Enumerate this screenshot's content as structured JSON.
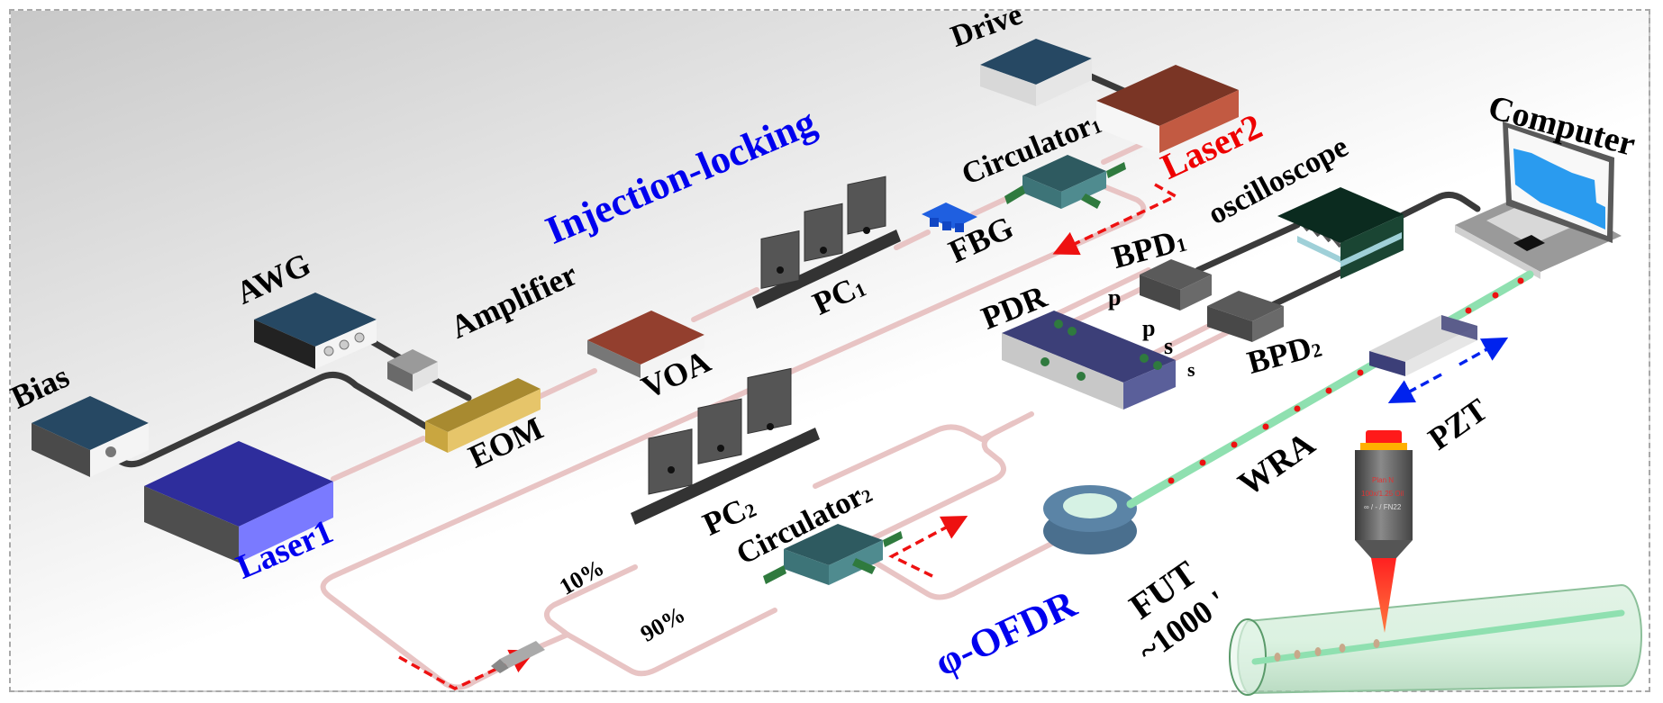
{
  "figure": {
    "title": "Injection-locking phi-OFDR experimental setup",
    "sections": {
      "injection_locking": "Injection-locking",
      "phi_ofdr": "φ-OFDR"
    },
    "components": {
      "bias": "Bias",
      "awg": "AWG",
      "amplifier": "Amplifier",
      "eom": "EOM",
      "laser1": "Laser1",
      "voa": "VOA",
      "pc1": {
        "base": "PC",
        "sub": "1"
      },
      "fbg": "FBG",
      "circulator1": {
        "base": "Circulator",
        "sub": "1"
      },
      "drive": "Drive",
      "laser2": "Laser2",
      "oscilloscope": "oscilloscope",
      "computer": "Computer",
      "bpd1": {
        "base": "BPD",
        "sub": "1"
      },
      "bpd2": {
        "base": "BPD",
        "sub": "2"
      },
      "pdr": "PDR",
      "pc2": {
        "base": "PC",
        "sub": "2"
      },
      "circulator2": {
        "base": "Circulator",
        "sub": "2"
      },
      "wra": "WRA",
      "pzt": "PZT",
      "fut": "FUT",
      "fut_length": "~1000 '"
    },
    "port_labels": {
      "p_upper": "p",
      "p_lower": "p",
      "s_upper": "s",
      "s_lower": "s"
    },
    "coupler_ratios": {
      "tap": "10%",
      "main": "90%"
    },
    "objective_lens": {
      "line1": "Plan N",
      "line2": "100x/1.25 Oil",
      "line3": "∞ / - / FN22"
    },
    "colors": {
      "section_label": "#0000ee",
      "laser2_label": "#ee0000",
      "fiber": "#e8c4c4",
      "signal_arrow": "#ee1111",
      "pzt_arrow": "#0022ee",
      "laser1_body": "#2e2d9c",
      "laser2_body": "#8c3a28",
      "wra_fiber": "#8fe0b0"
    }
  }
}
